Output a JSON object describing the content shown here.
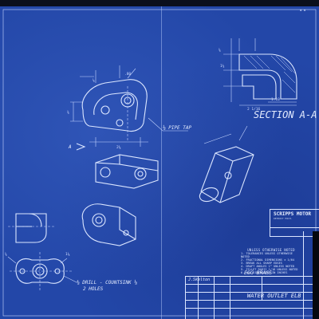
{
  "drawing": {
    "section_label": "SECTION A-A",
    "view_marker": "A",
    "callout_pipe_tap": "⅛ PIPE TAP",
    "callout_drill": "⅜ DRILL - COUNTSINK ⅛",
    "callout_holes": "2 HOLES",
    "notes_heading": "UNLESS OTHERWISE NOTED",
    "notes": [
      "1. TOLERANCES UNLESS OTHERWISE NOTED",
      "2. FRACTIONAL DIMENSIONS ± 1/64",
      "3. BREAK ALL SHARP EDGES",
      "4. DRAFT ANGLES 1° UNLESS NOTED",
      "5. FILLET RADII 1/16 UNLESS NOTED",
      "6. ALL DIMENSIONS IN INCHES"
    ]
  },
  "title_block": {
    "company": "SCRIPPS MOTOR",
    "company_sub": "DETROIT MICH.",
    "material_value": "EGG BRASS",
    "part_name": "WATER OUTLET ELB",
    "drawn_by": "J.Skelton"
  },
  "colors": {
    "paper": "#2347a8",
    "ink": "#dbe6ff"
  }
}
